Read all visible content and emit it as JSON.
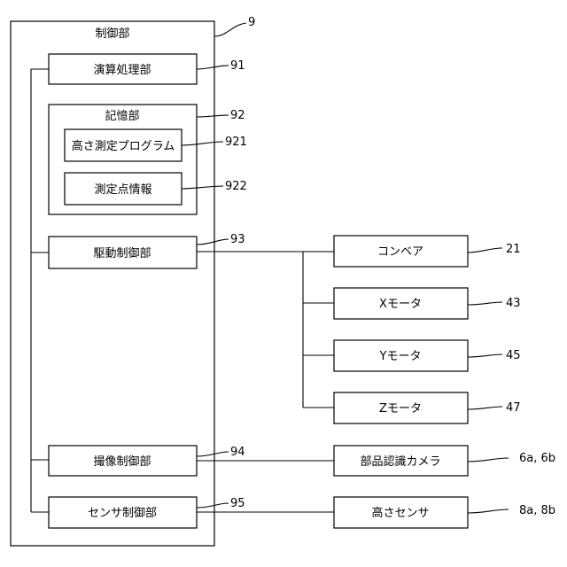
{
  "control_unit": {
    "label": "制御部",
    "ref": "9"
  },
  "arithmetic": {
    "label": "演算処理部",
    "ref": "91"
  },
  "memory": {
    "label": "記憶部",
    "ref": "92"
  },
  "height_program": {
    "label": "高さ測定プログラム",
    "ref": "921"
  },
  "point_info": {
    "label": "測定点情報",
    "ref": "922"
  },
  "drive_control": {
    "label": "駆動制御部",
    "ref": "93"
  },
  "imaging_control": {
    "label": "撮像制御部",
    "ref": "94"
  },
  "sensor_control": {
    "label": "センサ制御部",
    "ref": "95"
  },
  "conveyor": {
    "label": "コンベア",
    "ref": "21"
  },
  "x_motor": {
    "label": "Xモータ",
    "ref": "43"
  },
  "y_motor": {
    "label": "Yモータ",
    "ref": "45"
  },
  "z_motor": {
    "label": "Zモータ",
    "ref": "47"
  },
  "camera": {
    "label": "部品認識カメラ",
    "ref": "6a, 6b"
  },
  "height_sensor": {
    "label": "高さセンサ",
    "ref": "8a, 8b"
  }
}
